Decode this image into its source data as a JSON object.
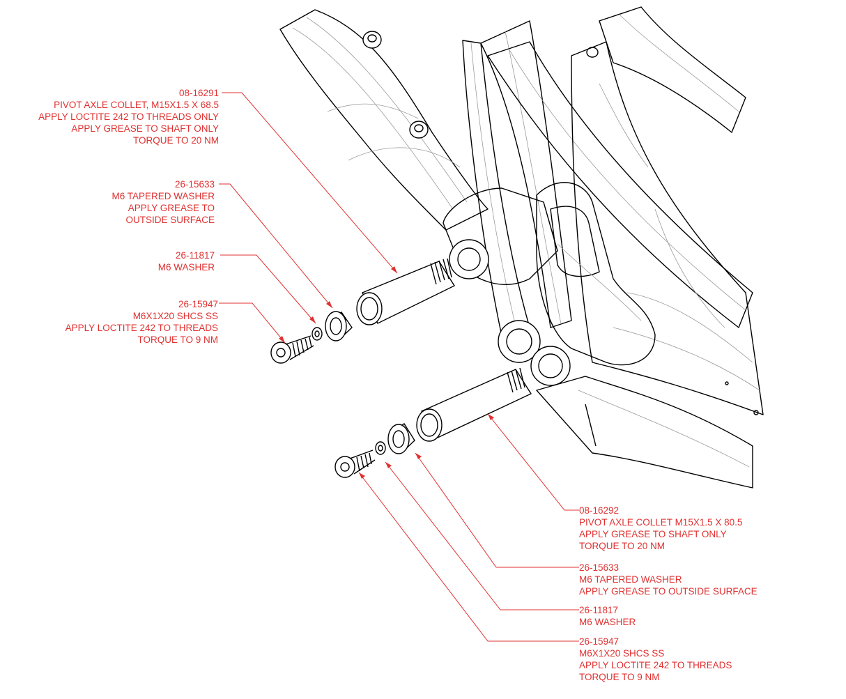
{
  "colors": {
    "callout": "#e03131",
    "line": "#000000",
    "detail": "#9a9a9a"
  },
  "callouts": [
    {
      "id": "upper-collet",
      "lines": [
        "08-16291",
        "PIVOT AXLE COLLET, M15X1.5 X 68.5",
        "APPLY LOCTITE 242 TO THREADS ONLY",
        "APPLY GREASE TO SHAFT ONLY",
        "TORQUE TO 20 NM"
      ]
    },
    {
      "id": "upper-tapered-washer",
      "lines": [
        "26-15633",
        "M6 TAPERED WASHER",
        "APPLY GREASE TO",
        "OUTSIDE SURFACE"
      ]
    },
    {
      "id": "upper-washer",
      "lines": [
        "26-11817",
        "M6 WASHER"
      ]
    },
    {
      "id": "upper-bolt",
      "lines": [
        "26-15947",
        "M6X1X20 SHCS SS",
        "APPLY LOCTITE 242 TO THREADS",
        "TORQUE TO 9 NM"
      ]
    },
    {
      "id": "lower-collet",
      "lines": [
        "08-16292",
        "PIVOT AXLE COLLET M15X1.5 X 80.5",
        "APPLY GREASE TO SHAFT ONLY",
        "TORQUE TO 20 NM"
      ]
    },
    {
      "id": "lower-tapered-washer",
      "lines": [
        "26-15633",
        "M6 TAPERED WASHER",
        "APPLY GREASE TO OUTSIDE SURFACE"
      ]
    },
    {
      "id": "lower-washer",
      "lines": [
        "26-11817",
        "M6 WASHER"
      ]
    },
    {
      "id": "lower-bolt",
      "lines": [
        "26-15947",
        "M6X1X20 SHCS SS",
        "APPLY LOCTITE 242 TO THREADS",
        "TORQUE TO 9 NM"
      ]
    }
  ]
}
